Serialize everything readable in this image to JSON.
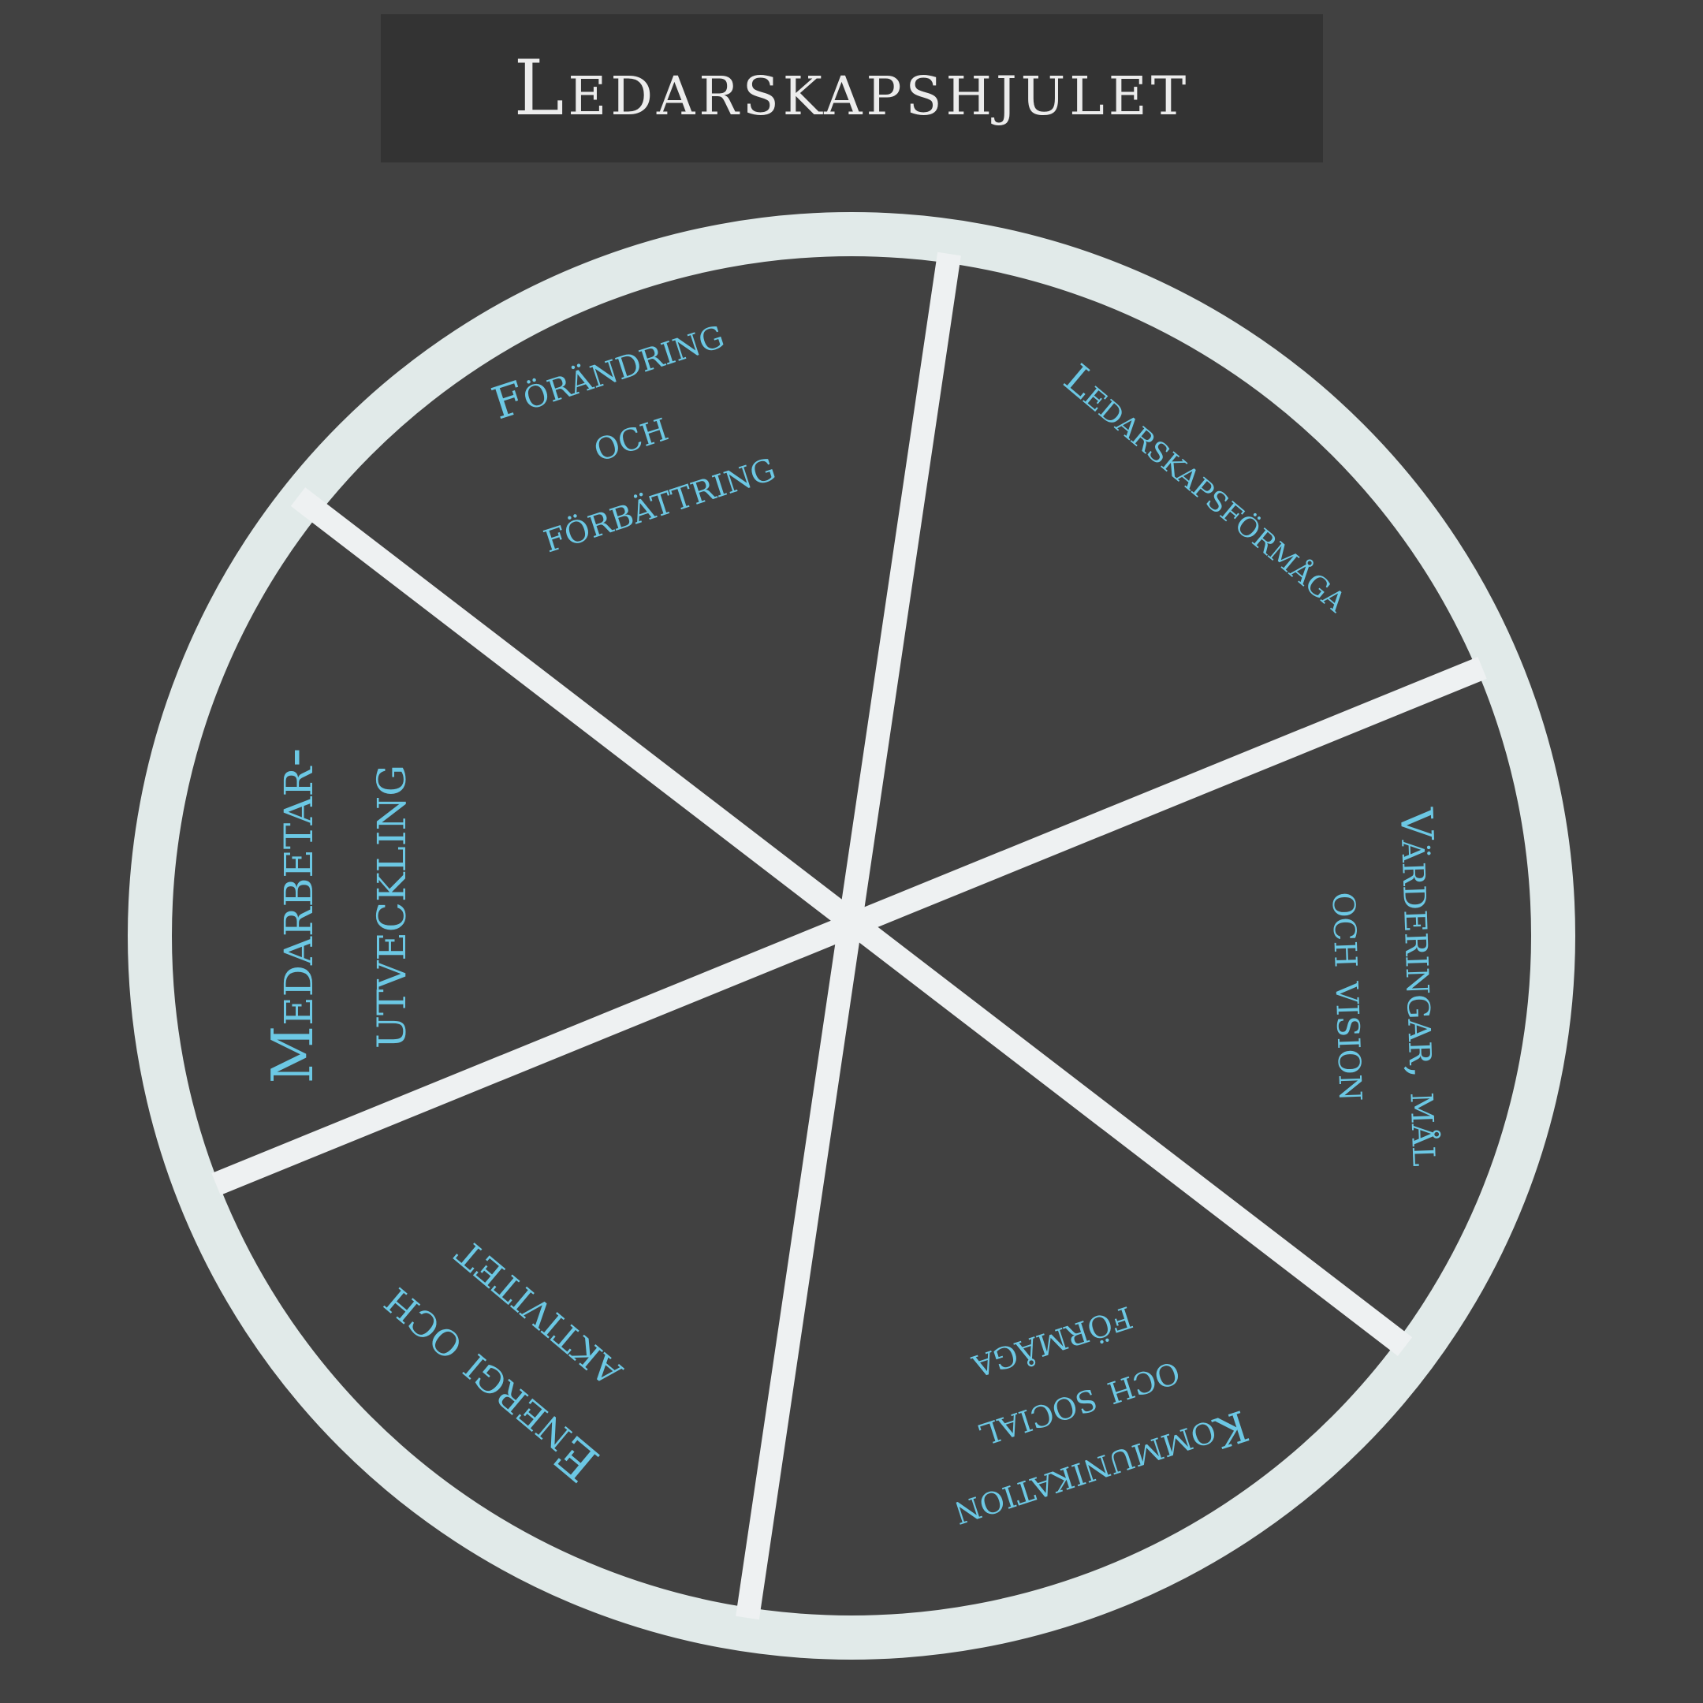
{
  "title": "Ledarskapshjulet",
  "colors": {
    "background": "#414141",
    "title_box": "#333333",
    "title_text": "#ececec",
    "rim": "#e1eae9",
    "spoke": "#eef1f2",
    "label": "#6cc8e4"
  },
  "segments": [
    {
      "id": "forandring",
      "lines": [
        "Förändring",
        "och",
        "förbättring"
      ]
    },
    {
      "id": "ledarskap",
      "lines": [
        "Ledarskapsförmåga"
      ]
    },
    {
      "id": "varderingar",
      "lines": [
        "Värderingar, mål",
        "och vision"
      ]
    },
    {
      "id": "kommunikation",
      "lines": [
        "Kommunikation",
        "och social",
        "förmåga"
      ]
    },
    {
      "id": "energi",
      "lines": [
        "Energi och",
        "aktivitet"
      ]
    },
    {
      "id": "medarbetar",
      "lines": [
        "Medarbetar-",
        "utveckling"
      ]
    }
  ]
}
